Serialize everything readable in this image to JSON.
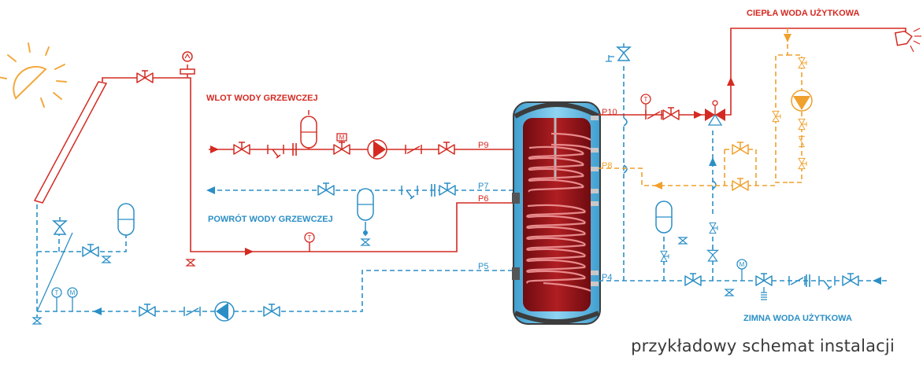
{
  "labels": {
    "hot_water": "CIEPŁA WODA UŻYTKOWA",
    "heating_inlet": "WLOT WODY GRZEWCZEJ",
    "heating_return": "POWRÓT WODY GRZEWCZEJ",
    "cold_water": "ZIMNA WODA UŻYTKOWA",
    "caption": "przykładowy schemat instalacji"
  },
  "ports": {
    "p4": "P4",
    "p5": "P5",
    "p6": "P6",
    "p7": "P7",
    "p8": "P8",
    "p9": "P9",
    "p10": "P10"
  },
  "symbols": {
    "thermometer": "T",
    "manometer": "M"
  },
  "colors": {
    "hot": "#d42a22",
    "cold": "#2b8fc6",
    "circulation": "#f0a02c",
    "tank_outer": "#5fb8e0",
    "tank_inner": "#8c1418",
    "sun": "#f3a93e",
    "dark": "#3c3c3c"
  },
  "icons": [
    "sun-icon",
    "solar-collector-icon",
    "shower-head-icon",
    "circulation-pump-icon",
    "expansion-vessel-icon",
    "safety-valve-icon",
    "valve-icon",
    "check-valve-icon",
    "strainer-icon",
    "thermometer-icon",
    "manometer-icon",
    "pressure-reducer-icon"
  ]
}
